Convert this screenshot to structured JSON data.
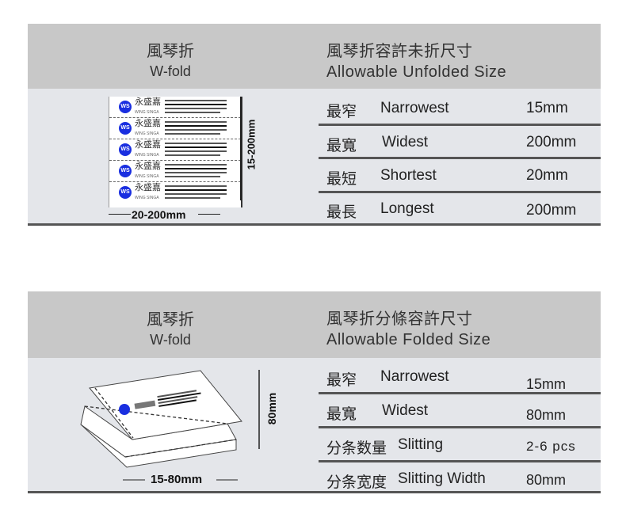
{
  "sections": [
    {
      "left_title_cn": "風琴折",
      "left_title_en": "W-fold",
      "right_title_cn": "風琴折容許未折尺寸",
      "right_title_en": "Allowable Unfolded Size",
      "rows": [
        {
          "cn": "最窄",
          "en": "Narrowest",
          "value": "15mm"
        },
        {
          "cn": "最寬",
          "en": "Widest",
          "value": "200mm"
        },
        {
          "cn": "最短",
          "en": "Shortest",
          "value": "20mm"
        },
        {
          "cn": "最長",
          "en": "Longest",
          "value": "200mm"
        }
      ],
      "dim_vertical": "15-200mm",
      "dim_horizontal": "20-200mm"
    },
    {
      "left_title_cn": "風琴折",
      "left_title_en": "W-fold",
      "right_title_cn": "風琴折分條容許尺寸",
      "right_title_en": "Allowable Folded Size",
      "rows": [
        {
          "cn": "最窄",
          "en": "Narrowest",
          "value": "15mm"
        },
        {
          "cn": "最寬",
          "en": "Widest",
          "value": "80mm"
        },
        {
          "cn": "分条数量",
          "en": "Slitting",
          "value": "2-6 pcs"
        },
        {
          "cn": "分条宽度",
          "en": "Slitting Width",
          "value": "80mm"
        }
      ],
      "dim_vertical": "80mm",
      "dim_horizontal": "15-80mm"
    }
  ],
  "label_logo": {
    "badge": "WS",
    "name": "永盛嘉",
    "sub": "WING SINGA"
  },
  "colors": {
    "header": "#c8c8c8",
    "body": "#e4e6ea",
    "divider": "#555555",
    "logo_blue": "#1a2fe0"
  }
}
